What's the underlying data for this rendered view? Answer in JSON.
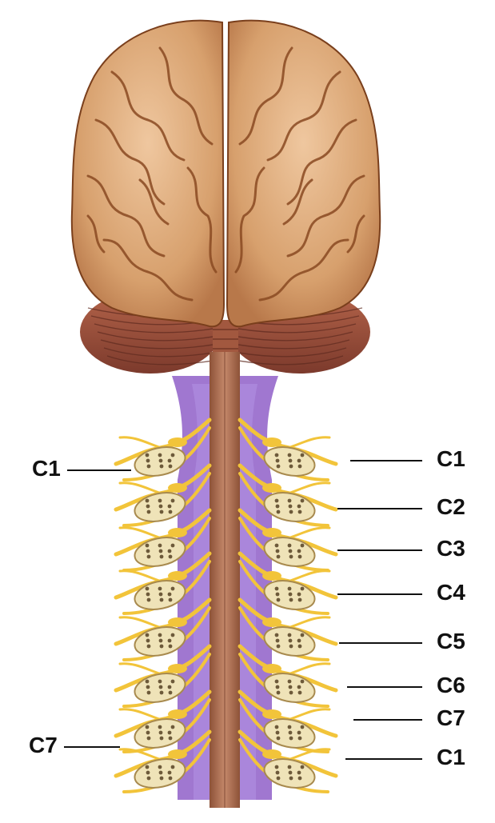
{
  "labels": {
    "left": [
      "C1",
      "C7"
    ],
    "right": [
      "C1",
      "C2",
      "C3",
      "C4",
      "C5",
      "C6",
      "C7",
      "C1"
    ]
  },
  "colors": {
    "brain_fill": "#d9a270",
    "brain_highlight": "#ecc29a",
    "brain_sulcus": "#8a4a22",
    "cerebellum": "#9b4f3c",
    "cord": "#b07556",
    "dura": "#8f5fc8",
    "nerve": "#f2c43a",
    "vertebra_fill": "#efe3b8",
    "vertebra_pore": "#6d5a3a"
  }
}
